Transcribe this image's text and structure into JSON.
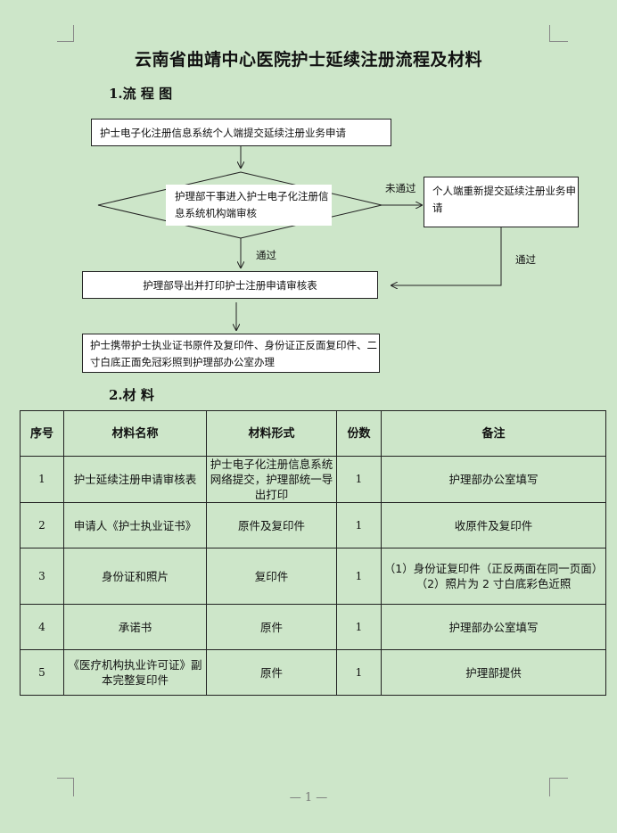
{
  "title": "云南省曲靖中心医院护士延续注册流程及材料",
  "section1": "1.流 程 图",
  "section2": "2.材 料",
  "flow": {
    "step1": "护士电子化注册信息系统个人端提交延续注册业务申请",
    "step2": "护理部干事进入护士电子化注册信息系统机构端审核",
    "step3": "个人端重新提交延续注册业务申请",
    "step4": "护理部导出并打印护士注册申请审核表",
    "step5": "护士携带护士执业证书原件及复印件、身份证正反面复印件、二寸白底正面免冠彩照到护理部办公室办理",
    "label_fail": "未通过",
    "label_pass": "通过"
  },
  "table": {
    "headers": [
      "序号",
      "材料名称",
      "材料形式",
      "份数",
      "备注"
    ],
    "rows": [
      [
        "1",
        "护士延续注册申请审核表",
        "护士电子化注册信息系统网络提交，护理部统一导出打印",
        "1",
        "护理部办公室填写"
      ],
      [
        "2",
        "申请人《护士执业证书》",
        "原件及复印件",
        "1",
        "收原件及复印件"
      ],
      [
        "3",
        "身份证和照片",
        "复印件",
        "1",
        "（1）身份证复印件（正反两面在同一页面）\n（2）照片为 2 寸白底彩色近照"
      ],
      [
        "4",
        "承诺书",
        "原件",
        "1",
        "护理部办公室填写"
      ],
      [
        "5",
        "《医疗机构执业许可证》副本完整复印件",
        "原件",
        "1",
        "护理部提供"
      ]
    ]
  },
  "page_number": "— 1 —"
}
